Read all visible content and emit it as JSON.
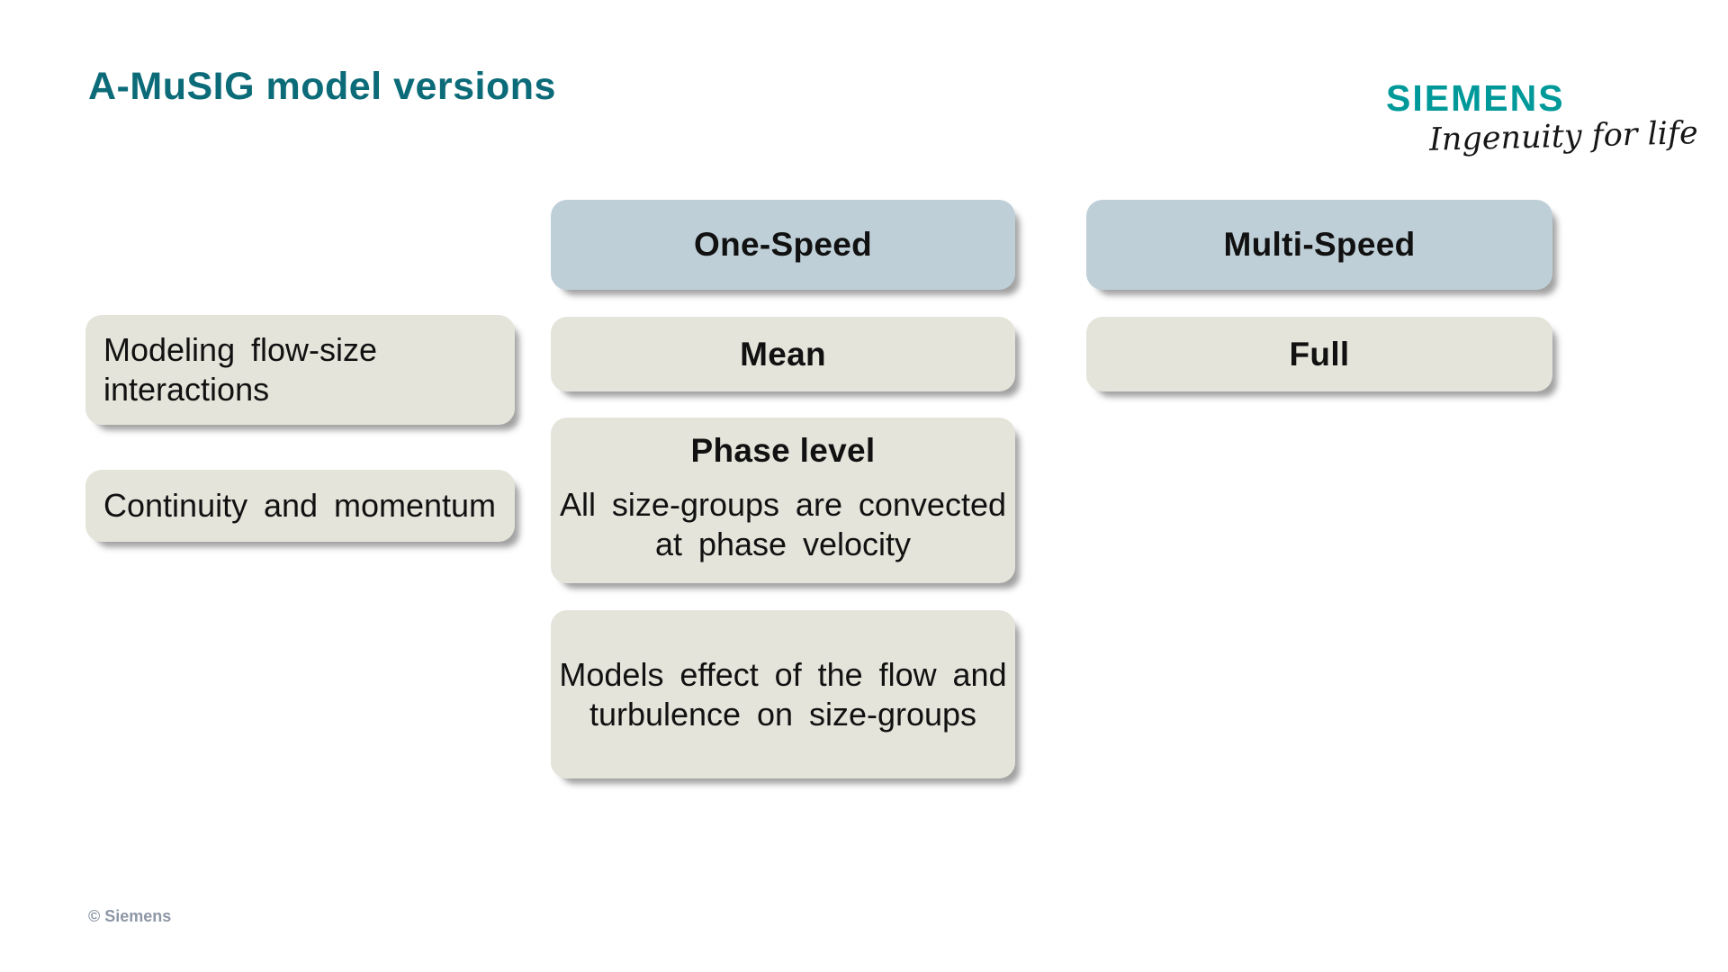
{
  "title": "A-MuSIG model versions",
  "logo": {
    "brand": "SIEMENS",
    "tagline": "Ingenuity for life"
  },
  "footer": "© Siemens",
  "colors": {
    "title_teal": "#0c6b78",
    "brand_teal": "#009999",
    "header_box": "#bfcfd8",
    "body_box": "#e4e4db",
    "footer_gray": "#8e97a6"
  },
  "diagram": {
    "column_headers": {
      "one_speed": "One-Speed",
      "multi_speed": "Multi-Speed"
    },
    "row_labels": {
      "row1_lines": [
        "Modeling flow-size",
        "interactions"
      ],
      "row2": "Continuity and momentum"
    },
    "one_speed_column": {
      "mean": "Mean",
      "phase_heading": "Phase level",
      "phase_body_lines": [
        "All size-groups are convected",
        "at phase velocity"
      ],
      "note_lines": [
        "Models effect of the flow and",
        "turbulence on size-groups"
      ]
    },
    "multi_speed_column": {
      "full": "Full"
    }
  }
}
